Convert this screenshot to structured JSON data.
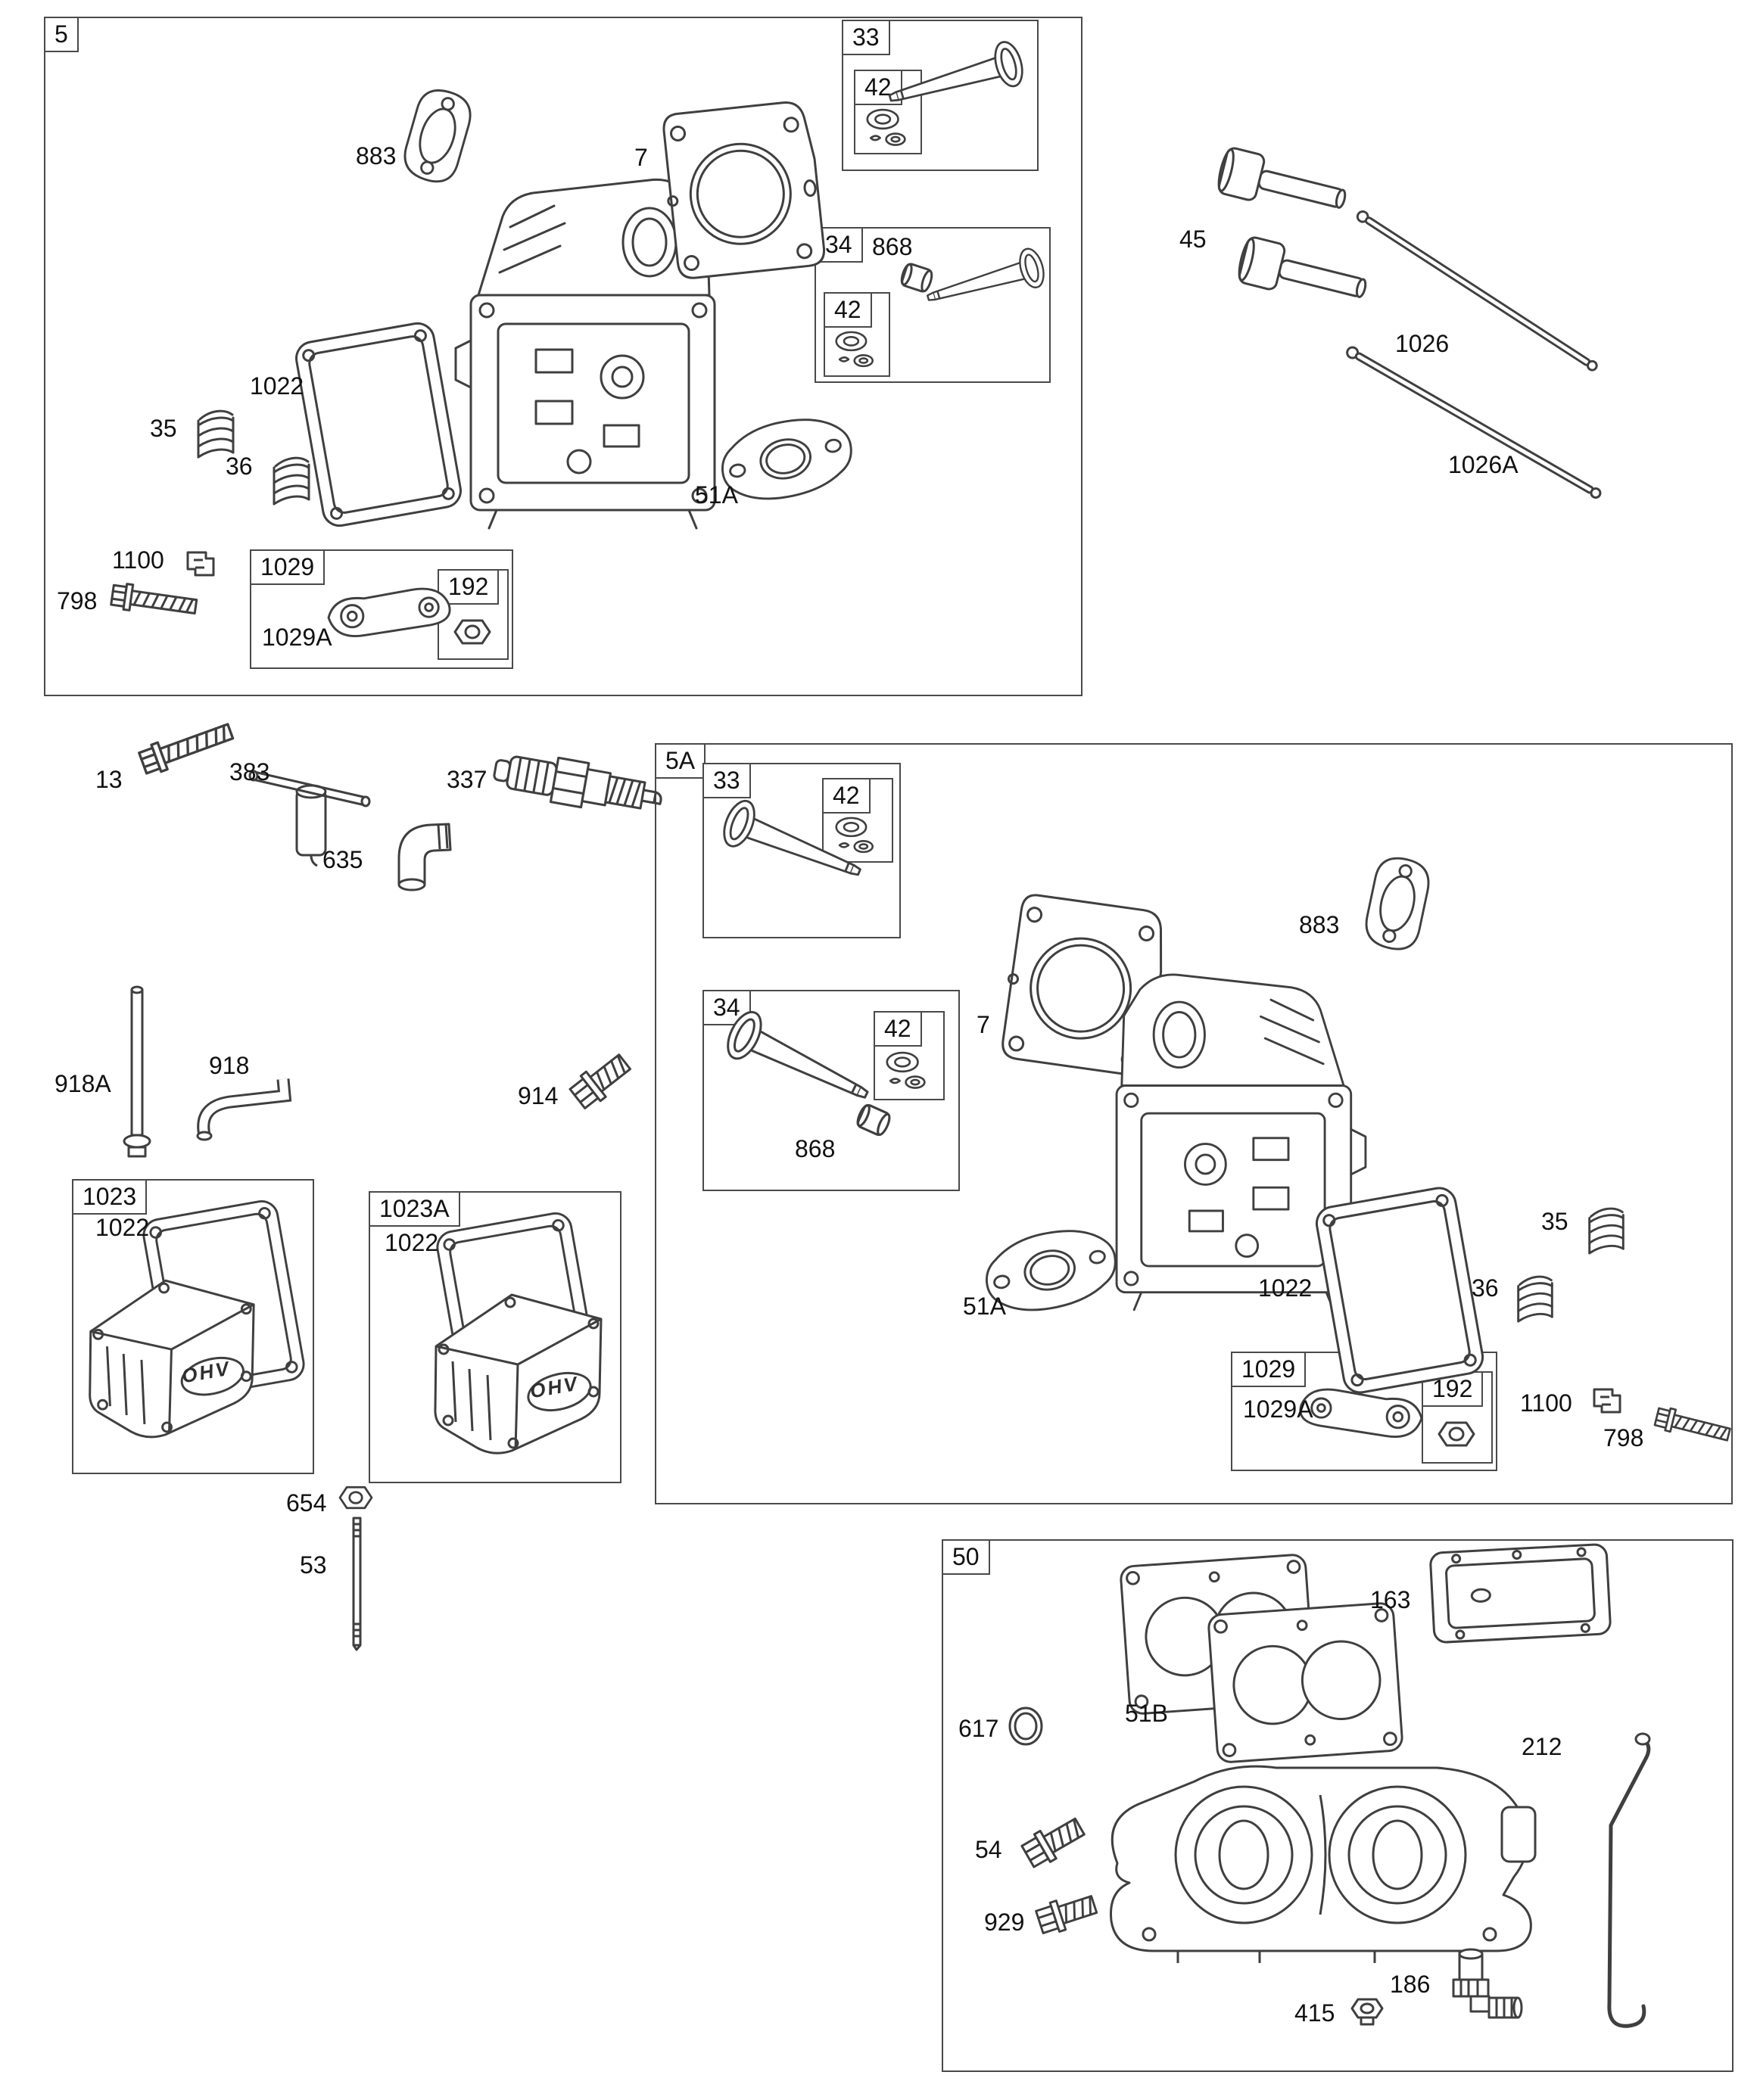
{
  "diagram": {
    "background": "#ffffff",
    "line_color": "#3f3f3f",
    "kind": "engine-cylinder-head-exploded-parts-diagram"
  },
  "boxes": {
    "b5": "5",
    "b5_33": "33",
    "b5_33_42": "42",
    "b5_34": "34",
    "b5_34_42": "42",
    "b5_1029": "1029",
    "b5_192": "192",
    "b5a": "5A",
    "b5a_33": "33",
    "b5a_33_42": "42",
    "b5a_34": "34",
    "b5a_34_42": "42",
    "b5a_1029": "1029",
    "b5a_192": "192",
    "b1023": "1023",
    "b1023a": "1023A",
    "b50": "50"
  },
  "callouts": {
    "g5_883": "883",
    "g5_7": "7",
    "g5_868": "868",
    "g5_1022": "1022",
    "g5_35": "35",
    "g5_36": "36",
    "g5_51a": "51A",
    "g5_1100": "1100",
    "g5_798": "798",
    "g5_1029a": "1029A",
    "r_45": "45",
    "r_1026": "1026",
    "r_1026a": "1026A",
    "m_13": "13",
    "m_383": "383",
    "m_337": "337",
    "m_635": "635",
    "m_918a": "918A",
    "m_918": "918",
    "m_914": "914",
    "m_1022a": "1022",
    "m_1022b": "1022",
    "m_654": "654",
    "m_53": "53",
    "g5a_883": "883",
    "g5a_7": "7",
    "g5a_868": "868",
    "g5a_35": "35",
    "g5a_36": "36",
    "g5a_1022": "1022",
    "g5a_51a": "51A",
    "g5a_1029a": "1029A",
    "g5a_1100": "1100",
    "g5a_798": "798",
    "g50_163": "163",
    "g50_51b": "51B",
    "g50_617": "617",
    "g50_212": "212",
    "g50_54": "54",
    "g50_929": "929",
    "g50_186": "186",
    "g50_415": "415"
  },
  "logo": {
    "ohv": "OHV"
  }
}
